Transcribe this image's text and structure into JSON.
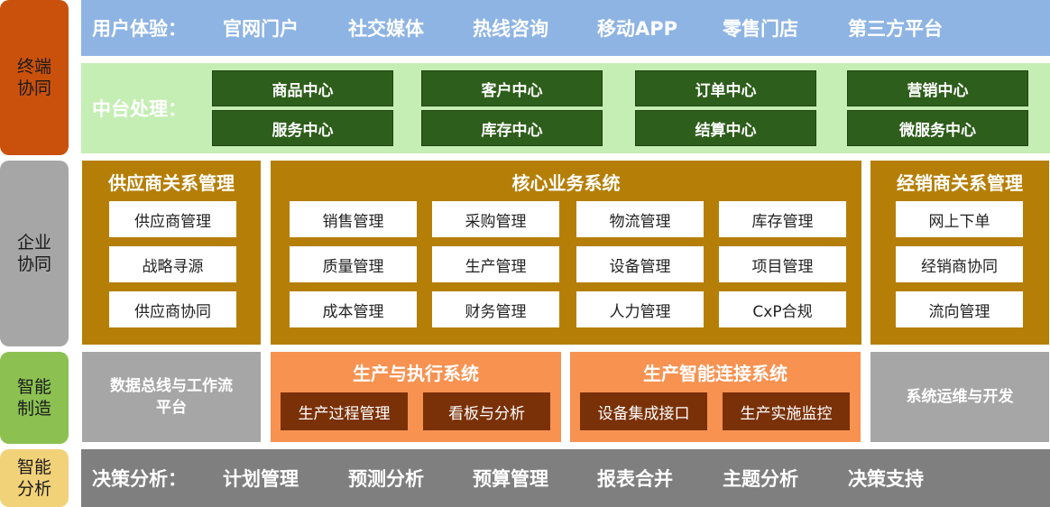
{
  "side_labels": {
    "terminal": "终端\n协同",
    "enterprise": "企业\n协同",
    "manufacturing": "智能\n制造",
    "analysis": "智能\n分析"
  },
  "user_experience": {
    "label": "用户体验：",
    "items": [
      "官网门户",
      "社交媒体",
      "热线咨询",
      "移动APP",
      "零售门店",
      "第三方平台"
    ]
  },
  "middle_platform": {
    "label": "中台处理：",
    "row1": [
      "商品中心",
      "客户中心",
      "订单中心",
      "营销中心"
    ],
    "row2": [
      "服务中心",
      "库存中心",
      "结算中心",
      "微服务中心"
    ]
  },
  "supplier_mgmt": {
    "title": "供应商关系管理",
    "items": [
      "供应商管理",
      "战略寻源",
      "供应商协同"
    ]
  },
  "core_business": {
    "title": "核心业务系统",
    "rows": [
      [
        "销售管理",
        "采购管理",
        "物流管理",
        "库存管理"
      ],
      [
        "质量管理",
        "生产管理",
        "设备管理",
        "项目管理"
      ],
      [
        "成本管理",
        "财务管理",
        "人力管理",
        "CxP合规"
      ]
    ]
  },
  "dealer_mgmt": {
    "title": "经销商关系管理",
    "items": [
      "网上下单",
      "经销商协同",
      "流向管理"
    ]
  },
  "data_bus": {
    "label": "数据总线与工作流\n平台"
  },
  "production_exec": {
    "title": "生产与执行系统",
    "items": [
      "生产过程管理",
      "看板与分析"
    ]
  },
  "production_connect": {
    "title": "生产智能连接系统",
    "items": [
      "设备集成接口",
      "生产实施监控"
    ]
  },
  "ops_dev": {
    "label": "系统运维与开发"
  },
  "decision": {
    "label": "决策分析：",
    "items": [
      "计划管理",
      "预测分析",
      "预算管理",
      "报表合并",
      "主题分析",
      "决策支持"
    ]
  },
  "colors": {
    "terminal_side": "#c9510c",
    "enterprise_side": "#a6a6a6",
    "manufacturing_side": "#8cc152",
    "analysis_side": "#f2d279",
    "user_band": "#8eb4e3",
    "middle_band": "#c4eeb3",
    "green_box": "#2e5e1b",
    "gold_panel": "#b57f07",
    "orange_panel": "#f79251",
    "dark_box": "#7a3108",
    "decision_band": "#7f7f7f"
  }
}
